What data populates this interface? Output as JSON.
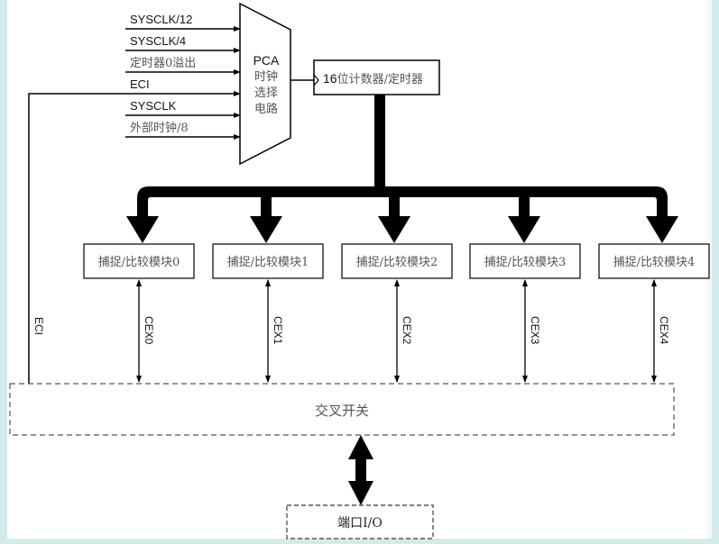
{
  "diagram": {
    "title": "PCA block diagram",
    "clock_inputs": [
      {
        "label": "SYSCLK/12"
      },
      {
        "label": "SYSCLK/4"
      },
      {
        "label": "定时器0溢出"
      },
      {
        "label": "ECI"
      },
      {
        "label": "SYSCLK"
      },
      {
        "label": "外部时钟/8"
      }
    ],
    "mux": {
      "line1": "PCA",
      "line2": "时钟",
      "line3": "选择",
      "line4": "电路"
    },
    "counter": {
      "label_num": "16",
      "label_text": "位计数器/定时器"
    },
    "modules": [
      {
        "label": "捕捉/比较模块0",
        "pin": "CEX0"
      },
      {
        "label": "捕捉/比较模块1",
        "pin": "CEX1"
      },
      {
        "label": "捕捉/比较模块2",
        "pin": "CEX2"
      },
      {
        "label": "捕捉/比较模块3",
        "pin": "CEX3"
      },
      {
        "label": "捕捉/比较模块4",
        "pin": "CEX4"
      }
    ],
    "eci_vertical_label": "ECI",
    "crossbar": {
      "label": "交叉开关"
    },
    "port_io": {
      "label": "端口I/O"
    }
  },
  "colors": {
    "background_frame": "#d4ebec",
    "line": "#000000",
    "dashed": "#555555",
    "chinese_text": "#555555"
  }
}
